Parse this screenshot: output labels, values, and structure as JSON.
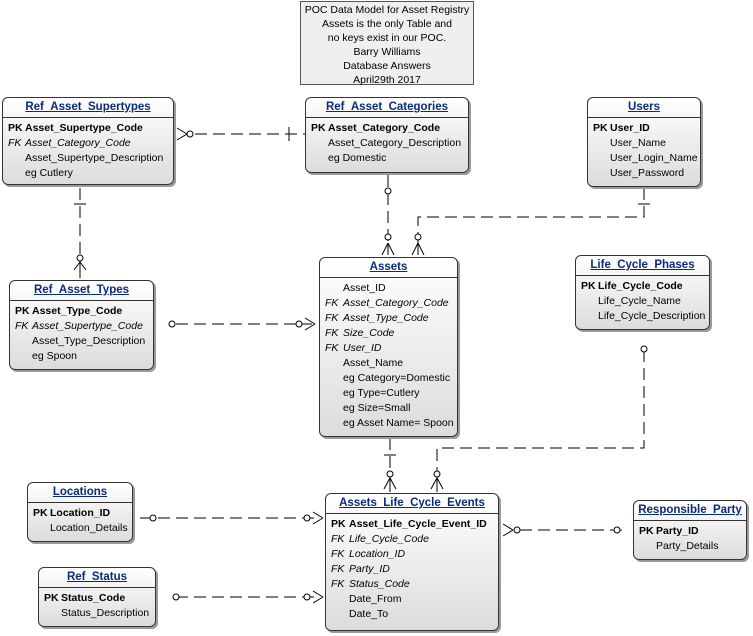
{
  "note": {
    "lines": [
      "POC Data Model for Asset Registry",
      "Assets is the only Table and",
      "no keys exist in our POC.",
      "Barry Williams",
      "Database Answers",
      "April29th 2017"
    ]
  },
  "entities": {
    "ref_asset_supertypes": {
      "title": "Ref_Asset_Supertypes",
      "rows": [
        {
          "key": "PK",
          "name": "Asset_Supertype_Code"
        },
        {
          "key": "FK",
          "name": "Asset_Category_Code"
        },
        {
          "key": "",
          "name": "Asset_Supertype_Description"
        },
        {
          "key": "",
          "name": "eg Cutlery"
        }
      ]
    },
    "ref_asset_categories": {
      "title": "Ref_Asset_Categories",
      "rows": [
        {
          "key": "PK",
          "name": "Asset_Category_Code"
        },
        {
          "key": "",
          "name": "Asset_Category_Description"
        },
        {
          "key": "",
          "name": "eg Domestic"
        }
      ]
    },
    "users": {
      "title": "Users",
      "rows": [
        {
          "key": "PK",
          "name": "User_ID"
        },
        {
          "key": "",
          "name": "User_Name"
        },
        {
          "key": "",
          "name": "User_Login_Name"
        },
        {
          "key": "",
          "name": "User_Password"
        }
      ]
    },
    "ref_asset_types": {
      "title": "Ref_Asset_Types",
      "rows": [
        {
          "key": "PK",
          "name": "Asset_Type_Code"
        },
        {
          "key": "FK",
          "name": "Asset_Supertype_Code"
        },
        {
          "key": "",
          "name": "Asset_Type_Description"
        },
        {
          "key": "",
          "name": "eg Spoon"
        }
      ]
    },
    "assets": {
      "title": "Assets",
      "rows": [
        {
          "key": "",
          "name": "Asset_ID"
        },
        {
          "key": "FK",
          "name": "Asset_Category_Code"
        },
        {
          "key": "FK",
          "name": "Asset_Type_Code"
        },
        {
          "key": "FK",
          "name": "Size_Code"
        },
        {
          "key": "FK",
          "name": "User_ID"
        },
        {
          "key": "",
          "name": "Asset_Name"
        },
        {
          "key": "",
          "name": "eg Category=Domestic"
        },
        {
          "key": "",
          "name": "eg Type=Cutlery"
        },
        {
          "key": "",
          "name": "eg Size=Small"
        },
        {
          "key": "",
          "name": "eg Asset Name= Spoon"
        }
      ]
    },
    "life_cycle_phases": {
      "title": "Life_Cycle_Phases",
      "rows": [
        {
          "key": "PK",
          "name": "Life_Cycle_Code"
        },
        {
          "key": "",
          "name": "Life_Cycle_Name"
        },
        {
          "key": "",
          "name": "Life_Cycle_Description"
        }
      ]
    },
    "locations": {
      "title": "Locations",
      "rows": [
        {
          "key": "PK",
          "name": "Location_ID"
        },
        {
          "key": "",
          "name": "Location_Details"
        }
      ]
    },
    "assets_life_cycle_events": {
      "title": "Assets_Life_Cycle_Events",
      "rows": [
        {
          "key": "PK",
          "name": "Asset_Life_Cycle_Event_ID"
        },
        {
          "key": "FK",
          "name": "Life_Cycle_Code"
        },
        {
          "key": "FK",
          "name": "Location_ID"
        },
        {
          "key": "FK",
          "name": "Party_ID"
        },
        {
          "key": "FK",
          "name": "Status_Code"
        },
        {
          "key": "",
          "name": "Date_From"
        },
        {
          "key": "",
          "name": "Date_To"
        }
      ]
    },
    "responsible_party": {
      "title": "Responsible_Party",
      "rows": [
        {
          "key": "PK",
          "name": "Party_ID"
        },
        {
          "key": "",
          "name": "Party_Details"
        }
      ]
    },
    "ref_status": {
      "title": "Ref_Status",
      "rows": [
        {
          "key": "PK",
          "name": "Status_Code"
        },
        {
          "key": "",
          "name": "Status_Description"
        }
      ]
    }
  },
  "colors": {
    "title_text": "#0a2a7a",
    "border": "#333333",
    "line": "#000000"
  }
}
